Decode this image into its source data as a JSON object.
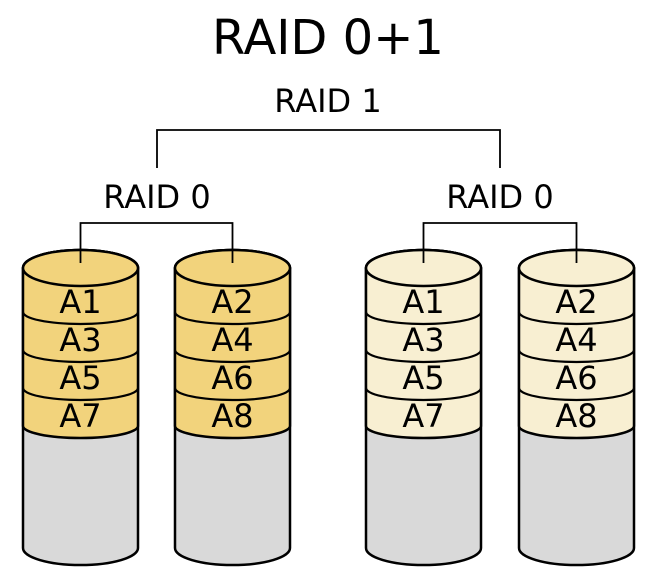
{
  "title": "RAID 0+1",
  "tree": {
    "root_label": "RAID 1",
    "groups": [
      {
        "label": "RAID 0",
        "disks": [
          {
            "blocks": [
              "A1",
              "A3",
              "A5",
              "A7"
            ]
          },
          {
            "blocks": [
              "A2",
              "A4",
              "A6",
              "A8"
            ]
          }
        ]
      },
      {
        "label": "RAID 0",
        "disks": [
          {
            "blocks": [
              "A1",
              "A3",
              "A5",
              "A7"
            ]
          },
          {
            "blocks": [
              "A2",
              "A4",
              "A6",
              "A8"
            ]
          }
        ]
      }
    ]
  },
  "colors": {
    "background": "#ffffff",
    "group1_disk_fill": "#f2d37c",
    "group2_disk_fill": "#f8efd2",
    "disk_body_fill": "#d9d9d9",
    "line": "#000000",
    "text": "#000000"
  }
}
